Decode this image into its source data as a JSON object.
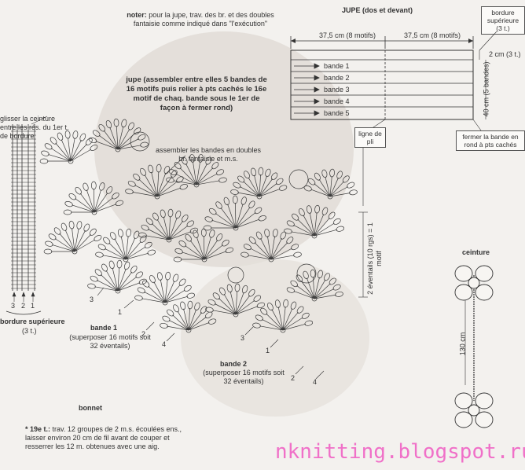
{
  "note": {
    "label": "noter:",
    "text": " pour la jupe, trav. des br. et des doubles fantaisie comme indiqué dans \"l'exécution\""
  },
  "jupe_diagram": {
    "title": "JUPE (dos et devant)",
    "dim_left": "37,5 cm (8 motifs)",
    "dim_right": "37,5 cm (8 motifs)",
    "bands": [
      "bande 1",
      "bande 2",
      "bande 3",
      "bande 4",
      "bande 5"
    ],
    "border_top": "bordure supérieure (3 t.)",
    "border_height": "2 cm (3 t.)",
    "side_height": "40 cm (5 bandes)",
    "fold_line": "ligne de pli",
    "close_note": "fermer la bande en rond à pts cachés"
  },
  "assembly": {
    "title": "jupe (assembler entre elles 5 bandes de 16 motifs puis relier à pts cachés le 16e motif de chaq. bande sous le 1er de façon à fermer rond)",
    "slip_belt": "glisser la ceinture entre les rés. du 1er t. de bordure",
    "assemble_bands": "assembler les bandes en doubles br. fantaisie et m.s.",
    "vertical_dim": "2 éventails (10 rgs) = 1 motif"
  },
  "bordure": {
    "title": "bordure supérieure",
    "sub": "(3 t.)",
    "row_numbers": [
      "3",
      "2",
      "1"
    ]
  },
  "bande1": {
    "title": "bande 1",
    "sub": "(superposer 16 motifs soit 32 éventails)",
    "numbers": [
      "3",
      "1",
      "2",
      "4"
    ]
  },
  "bande2": {
    "title": "bande 2",
    "sub": "(superposer 16 motifs soit 32 éventails)",
    "numbers": [
      "3",
      "1",
      "2",
      "4"
    ]
  },
  "ceinture": {
    "title": "ceinture",
    "length": "130 cm"
  },
  "bonnet": {
    "title": "bonnet",
    "row_label": "19e t.:",
    "text": " trav. 12 groupes de 2 m.s. écoulées ens., laisser environ 20 cm de fil avant de couper et resserrer les 12 m. obtenues avec une aig."
  },
  "watermark": "nknitting.blogspot.ru",
  "colors": {
    "ink": "#2a2a2a",
    "paper": "#f3f1ee",
    "watermark": "#f070c8"
  }
}
